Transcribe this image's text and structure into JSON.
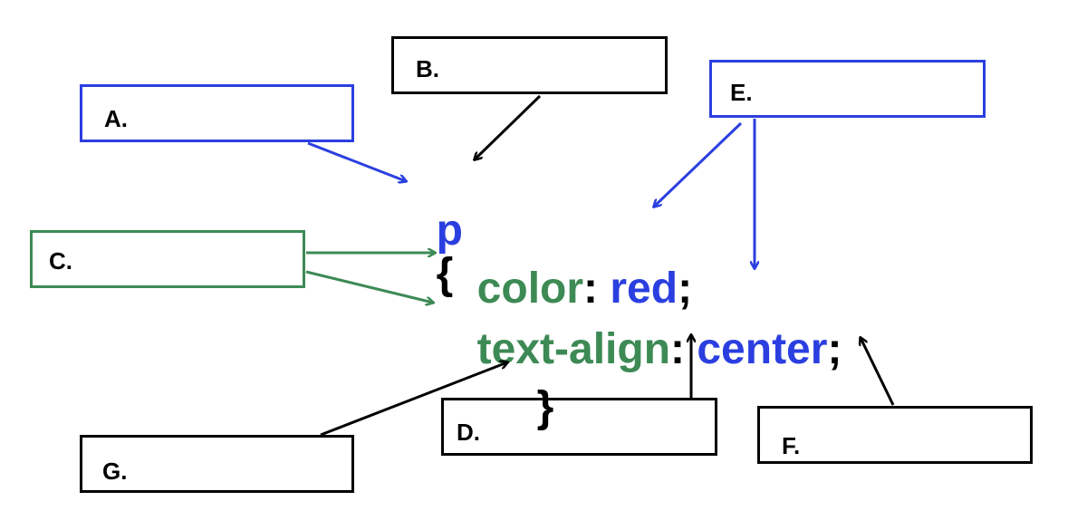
{
  "labels": {
    "a": "A.",
    "b": "B.",
    "c": "C.",
    "d": "D.",
    "e": "E.",
    "f": "F.",
    "g": "G."
  },
  "code": {
    "selector": "p",
    "open_brace": "{",
    "line1_property": "color",
    "line1_colon": ":",
    "line1_value": "red",
    "line1_semicolon": ";",
    "line2_property": "text-align",
    "line2_colon": ":",
    "line2_value": "center",
    "line2_semicolon": ";",
    "close_brace": "}"
  },
  "colors": {
    "blue": "#2b3fe0",
    "green": "#3d8a55",
    "black": "#000000"
  }
}
